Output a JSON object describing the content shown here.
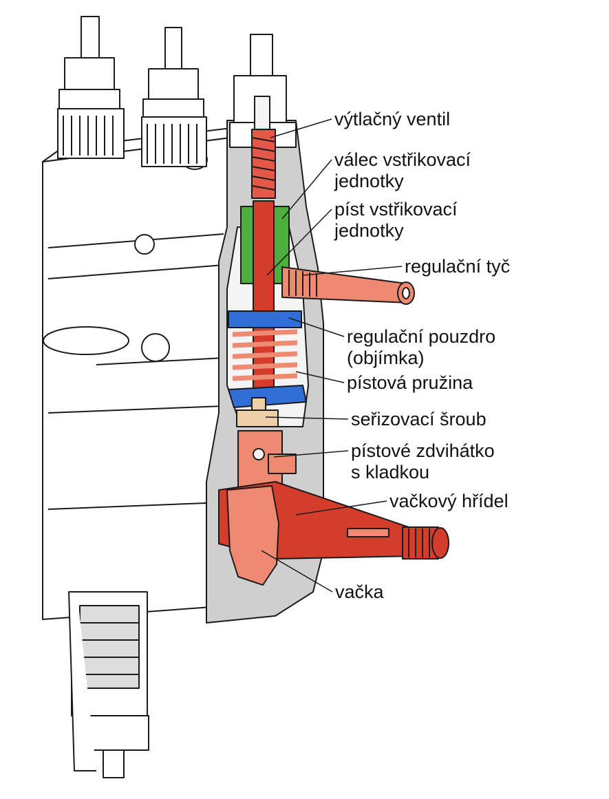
{
  "colors": {
    "outline": "#1a1a1a",
    "housing": "#ffffff",
    "section": "#cfcfcf",
    "red_part": "#d43c2c",
    "salmon_part": "#ef8a72",
    "green_part": "#4caf3f",
    "blue_part": "#2f6fd6",
    "beige_part": "#efcfa8",
    "label_text": "#111111"
  },
  "labels": {
    "vytlacny_ventil": "výtlačný ventil",
    "valec_line1": "válec vstřikovací",
    "valec_line2": "jednotky",
    "pist_line1": "píst vstřikovací",
    "pist_line2": "jednotky",
    "regulacni_tyc": "regulační tyč",
    "pouzdro_line1": "regulační pouzdro",
    "pouzdro_line2": "(objímka)",
    "pistova_pruzina": "pístová pružina",
    "serizovaci_sroub": "seřizovací šroub",
    "zdvihatko_line1": "pístové zdvihátko",
    "zdvihatko_line2": "s kladkou",
    "vackovy_hridel": "vačkový hřídel",
    "vacka": "vačka"
  }
}
